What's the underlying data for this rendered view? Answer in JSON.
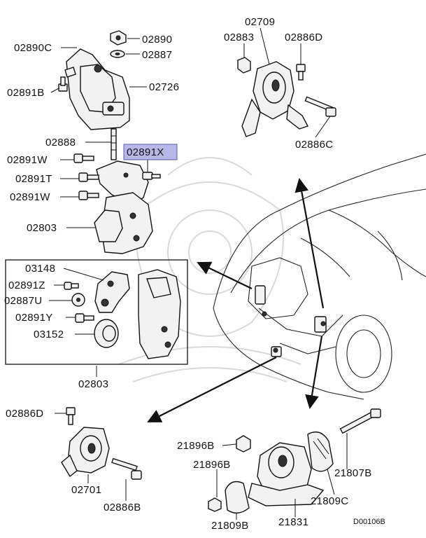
{
  "diagram_code": "D00106B",
  "highlight_color": "#b8b8e8",
  "callouts": {
    "c02890C": "02890C",
    "c02890": "02890",
    "c02887": "02887",
    "c02891B": "02891B",
    "c02726": "02726",
    "c02888": "02888",
    "c02891X": "02891X",
    "c02891W_1": "02891W",
    "c02891T": "02891T",
    "c02891W_2": "02891W",
    "c02803_top": "02803",
    "c02709": "02709",
    "c02883": "02883",
    "c02886D_top": "02886D",
    "c02886C": "02886C",
    "c03148": "03148",
    "c02891Z": "02891Z",
    "c02887U": "02887U",
    "c02891Y": "02891Y",
    "c03152": "03152",
    "c02803_box": "02803",
    "c02886D_bottom": "02886D",
    "c02701": "02701",
    "c02886B": "02886B",
    "c21896B_1": "21896B",
    "c21896B_2": "21896B",
    "c21807B": "21807B",
    "c21809C": "21809C",
    "c21809B": "21809B",
    "c21831": "21831"
  }
}
